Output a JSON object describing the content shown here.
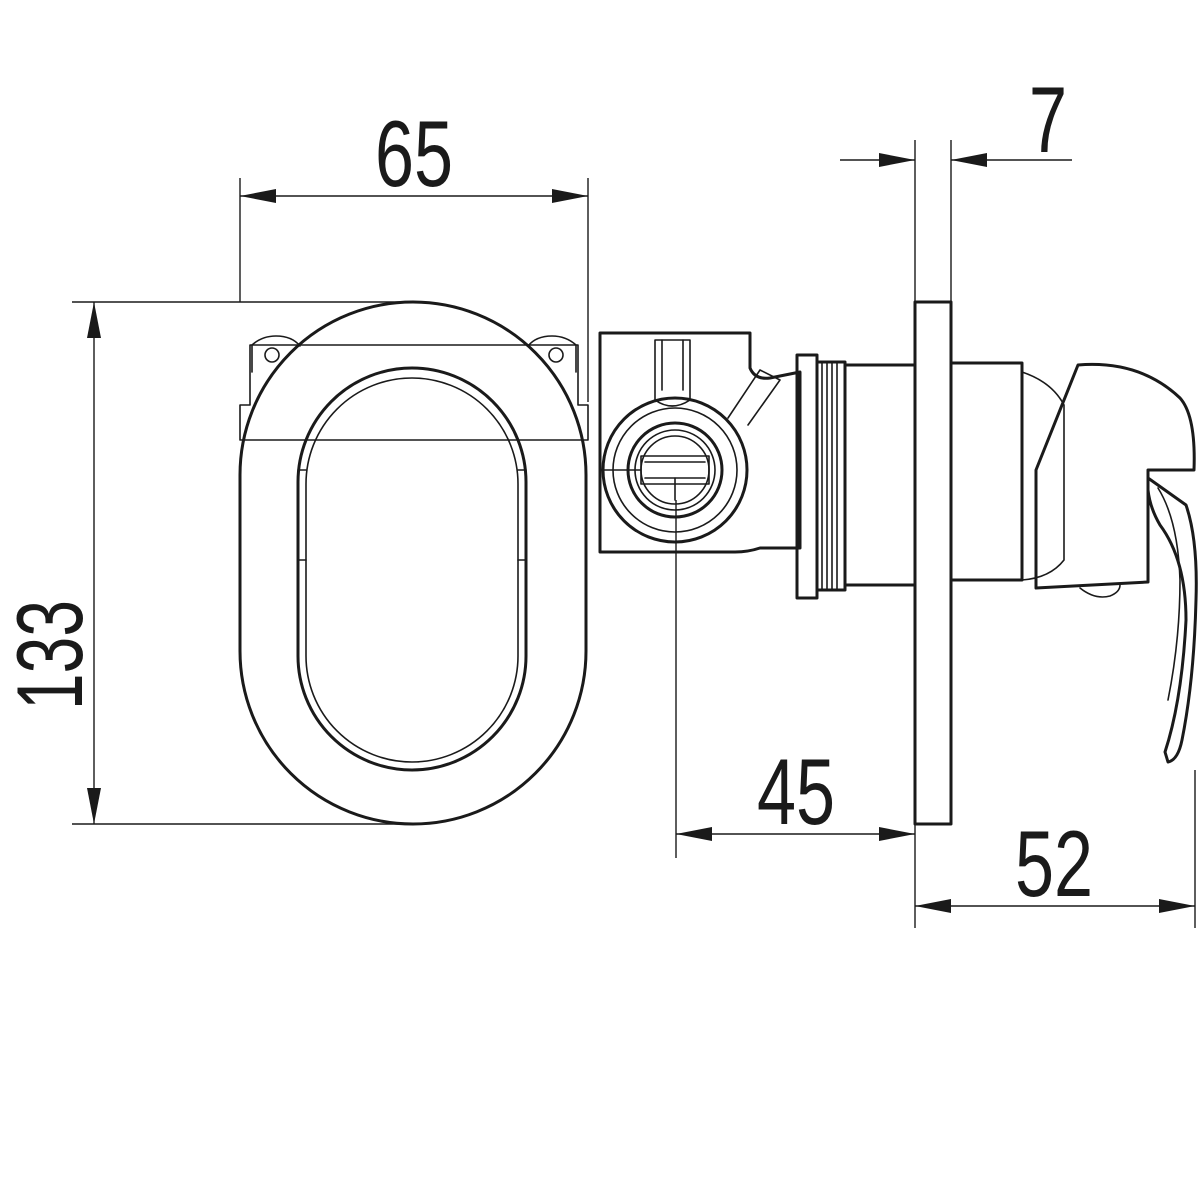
{
  "dimensions": {
    "width_front": "65",
    "height_front": "133",
    "plate_thickness": "7",
    "body_depth": "45",
    "total_depth": "52"
  }
}
